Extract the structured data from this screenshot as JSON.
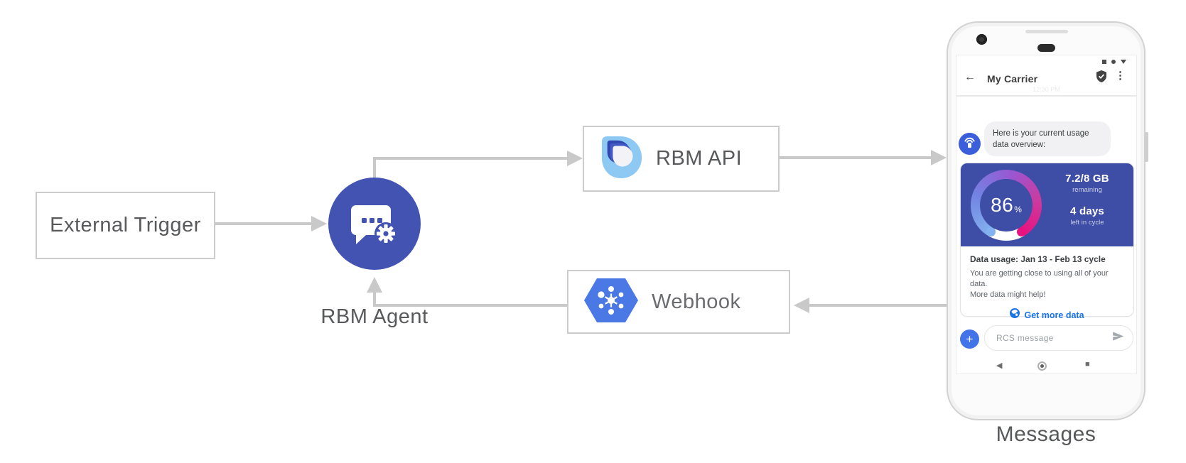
{
  "diagram": {
    "external_trigger_label": "External Trigger",
    "rbm_agent_label": "RBM Agent",
    "rbm_api_label": "RBM API",
    "webhook_label": "Webhook",
    "phone_caption": "Messages"
  },
  "phone": {
    "status": {
      "time": "12:30 PM"
    },
    "header": {
      "back": "←",
      "title": "My Carrier",
      "menu": "⋮"
    },
    "chat": {
      "bubble": {
        "line1": "Here is your current usage",
        "line2": "data overview:"
      },
      "card": {
        "gauge_percent": "86",
        "gauge_unit": "%",
        "remaining_value": "7.2/8 GB",
        "remaining_label": "remaining",
        "days_value": "4 days",
        "days_label": "left in cycle",
        "usage_title": "Data usage: Jan 13 - Feb 13 cycle",
        "usage_line1": "You are getting close to using all of your data.",
        "usage_line2": "More data might help!",
        "action": "Get more data"
      }
    },
    "compose": {
      "plus": "+",
      "placeholder": "RCS message"
    },
    "nav": {
      "back": "◀",
      "square": "■"
    }
  },
  "colors": {
    "arrow_gray": "#c9c9c9",
    "agent_indigo": "#4353b2",
    "card_indigo": "#3e4da6",
    "avatar_blue": "#3b5fdb",
    "webhook_blue": "#4a79e5",
    "rbm_logo_light_blue": "#8ec9f3",
    "rbm_logo_navy": "#2f47ae",
    "action_blue": "#1a73e8",
    "gauge_start": "#82b2ef",
    "gauge_mid": "#9a57d2",
    "gauge_end": "#e81380"
  },
  "gauge_data": {
    "percent_used_display": 86,
    "arc_fill_fraction": 0.84
  }
}
